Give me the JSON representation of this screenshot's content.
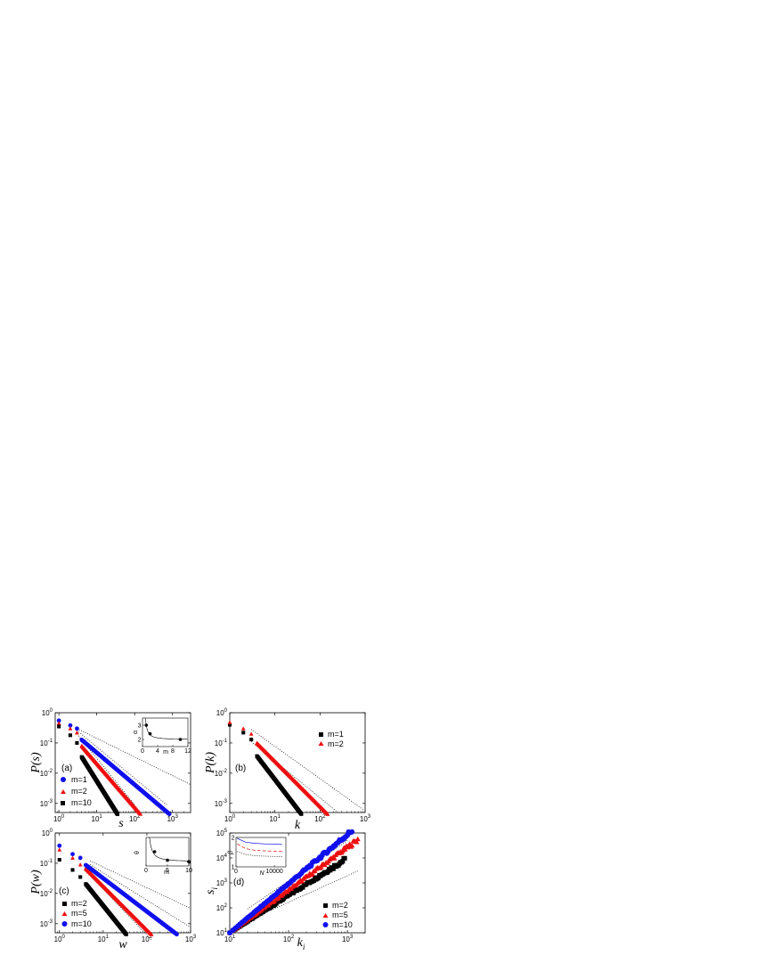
{
  "chart_data": [
    {
      "id": "a",
      "type": "scatter",
      "panel_label": "(a)",
      "xlabel": "s",
      "ylabel": "P(s)",
      "x_scale": "log",
      "y_scale": "log",
      "xlim": [
        0.8,
        3000
      ],
      "ylim": [
        0.0005,
        1
      ],
      "x_ticks": [
        {
          "v": 1,
          "b": "10",
          "e": "0"
        },
        {
          "v": 10,
          "b": "10",
          "e": "1"
        },
        {
          "v": 100,
          "b": "10",
          "e": "2"
        },
        {
          "v": 1000,
          "b": "10",
          "e": "3"
        }
      ],
      "y_ticks": [
        {
          "v": 0.001,
          "b": "10",
          "e": "-3"
        },
        {
          "v": 0.01,
          "b": "10",
          "e": "-2"
        },
        {
          "v": 0.1,
          "b": "10",
          "e": "-1"
        },
        {
          "v": 1,
          "b": "10",
          "e": "0"
        }
      ],
      "legend_position": "lower-left",
      "series": [
        {
          "name": "m=1",
          "marker": "circle",
          "color": "#1010ee",
          "x_start": 1,
          "x_end": 3000,
          "first_y": 0.55,
          "y_at_start": 0.55,
          "slope": -1.06,
          "discrete_points": [
            [
              1,
              0.55
            ],
            [
              2,
              0.38
            ],
            [
              3,
              0.3
            ]
          ]
        },
        {
          "name": "m=2",
          "marker": "triangle",
          "color": "#ee1010",
          "x_start": 1,
          "x_end": 600,
          "first_y": 0.45,
          "y_at_start": 0.6,
          "slope": -1.45,
          "discrete_points": [
            [
              1,
              0.45
            ],
            [
              2,
              0.3
            ],
            [
              3,
              0.22
            ]
          ]
        },
        {
          "name": "m=10",
          "marker": "square",
          "color": "#000000",
          "x_start": 1,
          "x_end": 80,
          "first_y": 0.35,
          "y_at_start": 0.55,
          "slope": -2.0,
          "discrete_points": [
            [
              1,
              0.35
            ],
            [
              2,
              0.18
            ],
            [
              3,
              0.1
            ]
          ]
        }
      ],
      "reference_lines": [
        {
          "x": [
            3,
            3000
          ],
          "y": [
            0.3,
            0.0042
          ]
        },
        {
          "x": [
            3,
            700
          ],
          "y": [
            0.26,
            0.0009
          ]
        },
        {
          "x": [
            3,
            100
          ],
          "y": [
            0.2,
            0.0009
          ]
        }
      ],
      "inset": {
        "type": "scatter",
        "xlabel": "m",
        "ylabel": "α",
        "xlim": [
          0,
          12
        ],
        "ylim": [
          1.5,
          3.5
        ],
        "x_ticks": [
          "0",
          "4",
          "8",
          "12"
        ],
        "y_ticks": [
          "2",
          "3"
        ],
        "points": [
          [
            1,
            3.0
          ],
          [
            2,
            2.4
          ],
          [
            10,
            2.0
          ]
        ],
        "curve": {
          "a": 2.0,
          "b": 1.0,
          "pow": 1.6
        }
      }
    },
    {
      "id": "b",
      "type": "scatter",
      "panel_label": "(b)",
      "xlabel": "k",
      "ylabel": "P(k)",
      "x_scale": "log",
      "y_scale": "log",
      "xlim": [
        1,
        1000
      ],
      "ylim": [
        0.0005,
        1
      ],
      "x_ticks": [
        {
          "v": 1,
          "b": "10",
          "e": "0"
        },
        {
          "v": 10,
          "b": "10",
          "e": "1"
        },
        {
          "v": 100,
          "b": "10",
          "e": "2"
        },
        {
          "v": 1000,
          "b": "10",
          "e": "3"
        }
      ],
      "y_ticks": [
        {
          "v": 0.001,
          "b": "10",
          "e": "-3"
        },
        {
          "v": 0.01,
          "b": "10",
          "e": "-2"
        },
        {
          "v": 0.1,
          "b": "10",
          "e": "-1"
        },
        {
          "v": 1,
          "b": "10",
          "e": "0"
        }
      ],
      "legend_position": "top-right",
      "series": [
        {
          "name": "m=1",
          "marker": "square",
          "color": "#000000",
          "x_start": 1,
          "x_end": 180,
          "first_y": 0.4,
          "y_at_start": 0.55,
          "slope": -1.95,
          "discrete_points": [
            [
              1,
              0.4
            ],
            [
              2,
              0.22
            ],
            [
              3,
              0.13
            ]
          ]
        },
        {
          "name": "m=2",
          "marker": "triangle",
          "color": "#ee1010",
          "x_start": 1,
          "x_end": 800,
          "first_y": 0.48,
          "y_at_start": 0.8,
          "slope": -1.5,
          "discrete_points": [
            [
              1,
              0.48
            ],
            [
              2,
              0.3
            ],
            [
              3,
              0.2
            ]
          ]
        }
      ],
      "reference_lines": [
        {
          "x": [
            3,
            900
          ],
          "y": [
            0.28,
            0.00063
          ]
        },
        {
          "x": [
            3,
            250
          ],
          "y": [
            0.11,
            0.0005
          ]
        }
      ]
    },
    {
      "id": "c",
      "type": "scatter",
      "panel_label": "(c)",
      "xlabel": "w",
      "ylabel": "P(w)",
      "x_scale": "log",
      "y_scale": "log",
      "xlim": [
        0.8,
        1000
      ],
      "ylim": [
        0.0005,
        1
      ],
      "x_ticks": [
        {
          "v": 1,
          "b": "10",
          "e": "0"
        },
        {
          "v": 10,
          "b": "10",
          "e": "1"
        },
        {
          "v": 100,
          "b": "10",
          "e": "2"
        },
        {
          "v": 1000,
          "b": "10",
          "e": "3"
        }
      ],
      "y_ticks": [
        {
          "v": 0.001,
          "b": "10",
          "e": "-3"
        },
        {
          "v": 0.01,
          "b": "10",
          "e": "-2"
        },
        {
          "v": 0.1,
          "b": "10",
          "e": "-1"
        },
        {
          "v": 1,
          "b": "10",
          "e": "0"
        }
      ],
      "legend_position": "lower-left",
      "series": [
        {
          "name": "m=2",
          "marker": "square",
          "color": "#000000",
          "x_start": 1,
          "x_end": 120,
          "first_y": 0.13,
          "y_at_start": 0.25,
          "slope": -1.8,
          "discrete_points": [
            [
              1,
              0.13
            ],
            [
              2,
              0.06
            ],
            [
              3,
              0.035
            ]
          ]
        },
        {
          "name": "m=5",
          "marker": "triangle",
          "color": "#ee1010",
          "x_start": 1,
          "x_end": 1000,
          "first_y": 0.28,
          "y_at_start": 0.5,
          "slope": -1.45,
          "discrete_points": [
            [
              1,
              0.28
            ],
            [
              2,
              0.15
            ],
            [
              3,
              0.09
            ]
          ]
        },
        {
          "name": "m=10",
          "marker": "circle",
          "color": "#1010ee",
          "x_start": 1,
          "x_end": 1000,
          "first_y": 0.38,
          "y_at_start": 0.4,
          "slope": -1.1,
          "discrete_points": [
            [
              1,
              0.38
            ],
            [
              2,
              0.2
            ],
            [
              3,
              0.15
            ]
          ]
        }
      ],
      "reference_lines": [
        {
          "x": [
            5,
            1000
          ],
          "y": [
            0.12,
            0.0032
          ]
        },
        {
          "x": [
            5,
            1000
          ],
          "y": [
            0.09,
            0.00075
          ]
        },
        {
          "x": [
            5,
            130
          ],
          "y": [
            0.04,
            0.00028
          ]
        }
      ],
      "inset": {
        "type": "scatter",
        "xlabel": "m",
        "ylabel": "θ",
        "xlim": [
          0,
          10
        ],
        "ylim": [
          1.5,
          3.5
        ],
        "x_ticks": [
          "0",
          "5",
          "10"
        ],
        "y_ticks": [],
        "points": [
          [
            2,
            2.5
          ],
          [
            5,
            1.9
          ],
          [
            10,
            1.8
          ]
        ],
        "curve": {
          "a": 1.8,
          "b": 1.3,
          "pow": 1.4
        }
      }
    },
    {
      "id": "d",
      "type": "scatter",
      "panel_label": "(d)",
      "xlabel": "k",
      "xlabel_sub": "i",
      "ylabel": "s",
      "ylabel_sub": "i",
      "x_scale": "log",
      "y_scale": "log",
      "xlim": [
        10,
        2000
      ],
      "ylim": [
        10,
        100000
      ],
      "x_ticks": [
        {
          "v": 10,
          "b": "10",
          "e": "1"
        },
        {
          "v": 100,
          "b": "10",
          "e": "2"
        },
        {
          "v": 1000,
          "b": "10",
          "e": "3"
        }
      ],
      "y_ticks": [
        {
          "v": 10,
          "b": "10",
          "e": "1"
        },
        {
          "v": 100,
          "b": "10",
          "e": "2"
        },
        {
          "v": 1000,
          "b": "10",
          "e": "3"
        },
        {
          "v": 10000,
          "b": "10",
          "e": "4"
        },
        {
          "v": 100000,
          "b": "10",
          "e": "5"
        }
      ],
      "legend_position": "lower-right",
      "series": [
        {
          "name": "m=2",
          "marker": "square",
          "color": "#000000",
          "x_start": 10,
          "x_end": 900,
          "first_y": 10,
          "y_at_start": 10,
          "slope": 1.5
        },
        {
          "name": "m=5",
          "marker": "triangle",
          "color": "#ee1010",
          "x_start": 10,
          "x_end": 1500,
          "first_y": 10,
          "y_at_start": 10,
          "slope": 1.72
        },
        {
          "name": "m=10",
          "marker": "circle",
          "color": "#1010ee",
          "x_start": 10,
          "x_end": 1300,
          "first_y": 10,
          "y_at_start": 10,
          "slope": 1.97
        }
      ],
      "reference_lines": [
        {
          "x": [
            20,
            1000
          ],
          "y": [
            90,
            50000
          ]
        },
        {
          "x": [
            20,
            1500
          ],
          "y": [
            30,
            3000
          ]
        }
      ],
      "inset": {
        "type": "line",
        "xlabel": "N",
        "ylabel": "β",
        "xlim": [
          0,
          13000
        ],
        "ylim": [
          1,
          2
        ],
        "x_ticks": [
          "0",
          "10000"
        ],
        "y_ticks": [
          "1",
          "2"
        ],
        "lines": [
          {
            "color": "#1010ee",
            "dash": "",
            "points": [
              [
                300,
                1.97
              ],
              [
                2500,
                1.84
              ],
              [
                5000,
                1.8
              ],
              [
                8000,
                1.78
              ],
              [
                12000,
                1.76
              ]
            ]
          },
          {
            "color": "#ee1010",
            "dash": "4,2",
            "points": [
              [
                300,
                1.78
              ],
              [
                2500,
                1.62
              ],
              [
                5000,
                1.56
              ],
              [
                8000,
                1.54
              ],
              [
                12000,
                1.53
              ]
            ]
          },
          {
            "color": "#000000",
            "dash": "1,1.5",
            "points": [
              [
                300,
                1.52
              ],
              [
                2500,
                1.42
              ],
              [
                5000,
                1.38
              ],
              [
                8000,
                1.36
              ],
              [
                12000,
                1.35
              ]
            ]
          }
        ]
      }
    }
  ]
}
